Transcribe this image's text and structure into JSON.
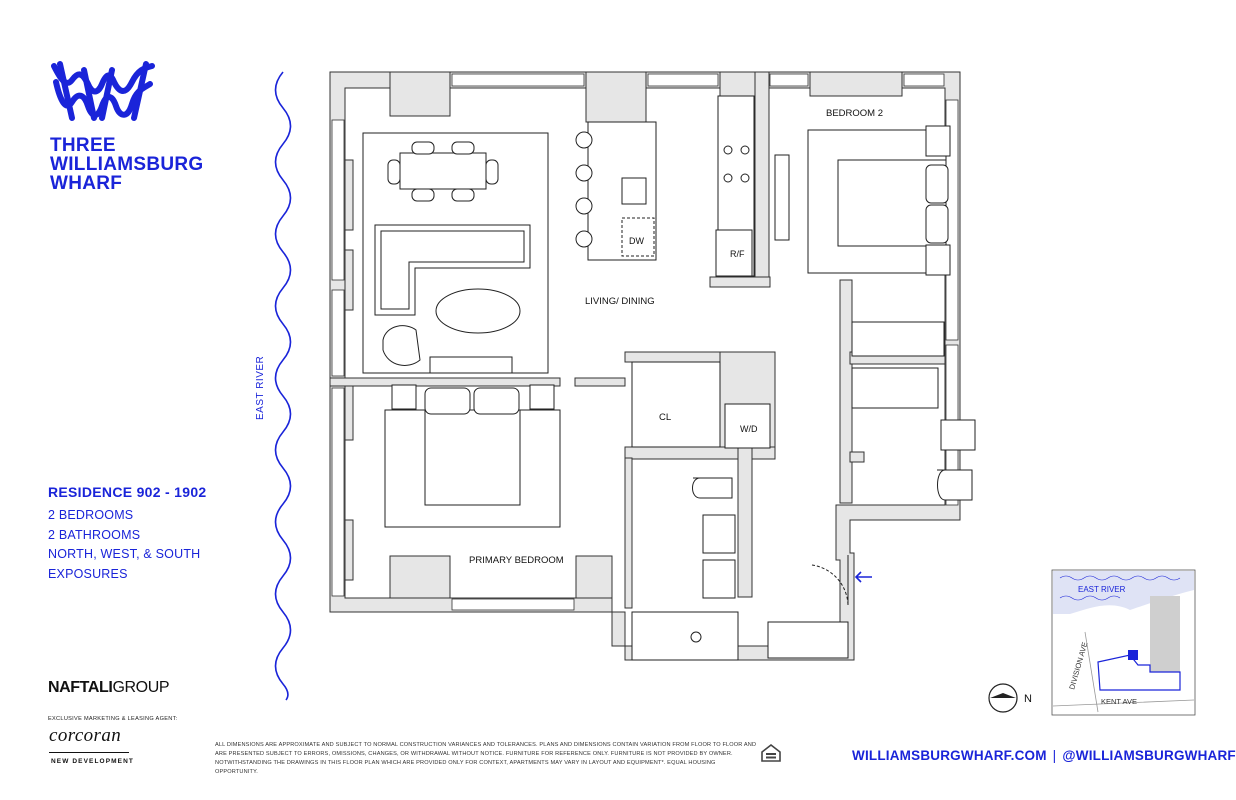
{
  "brand": {
    "name_lines": [
      "THREE",
      "WILLIAMSBURG",
      "WHARF"
    ],
    "logo_icon": "wavy-w-logo"
  },
  "residence": {
    "title": "RESIDENCE 902 - 1902",
    "details": [
      "2 BEDROOMS",
      "2 BATHROOMS",
      "NORTH, WEST, & SOUTH",
      "EXPOSURES"
    ]
  },
  "floorplan": {
    "river_label": "EAST RIVER",
    "rooms": {
      "bedroom2": "BEDROOM 2",
      "living": "LIVING/ DINING",
      "primary": "PRIMARY BEDROOM",
      "closet": "CL",
      "washer_dryer": "W/D",
      "dishwasher": "DW",
      "fridge": "R/F"
    }
  },
  "keyplan": {
    "river": "EAST RIVER",
    "street1": "DIVISION AVE",
    "street2": "KENT AVE"
  },
  "compass": {
    "label": "N"
  },
  "developer": {
    "naftali_bold": "NAFTALI",
    "naftali_light": "GROUP"
  },
  "agent": {
    "label": "EXCLUSIVE MARKETING & LEASING AGENT:",
    "name": "corcoran",
    "sub": "NEW DEVELOPMENT"
  },
  "disclaimer": "ALL DIMENSIONS ARE APPROXIMATE AND SUBJECT TO NORMAL CONSTRUCTION VARIANCES AND TOLERANCES. PLANS AND DIMENSIONS CONTAIN VARIATION FROM FLOOR TO FLOOR AND ARE PRESENTED SUBJECT TO ERRORS, OMISSIONS, CHANGES, OR WITHDRAWAL WITHOUT NOTICE. FURNITURE FOR REFERENCE ONLY. FURNITURE IS NOT PROVIDED BY OWNER. NOTWITHSTANDING THE DRAWINGS IN THIS FLOOR PLAN WHICH ARE PROVIDED ONLY FOR CONTEXT, APARTMENTS MAY VARY IN LAYOUT AND EQUIPMENT*. EQUAL HOUSING OPPORTUNITY.",
  "footer": {
    "website": "WILLIAMSBURGWHARF.COM",
    "separator": "|",
    "social": "@WILLIAMSBURGWHARF"
  },
  "colors": {
    "accent": "#1a24d9",
    "wall_fill": "#e6e6e6",
    "line": "#333333"
  }
}
